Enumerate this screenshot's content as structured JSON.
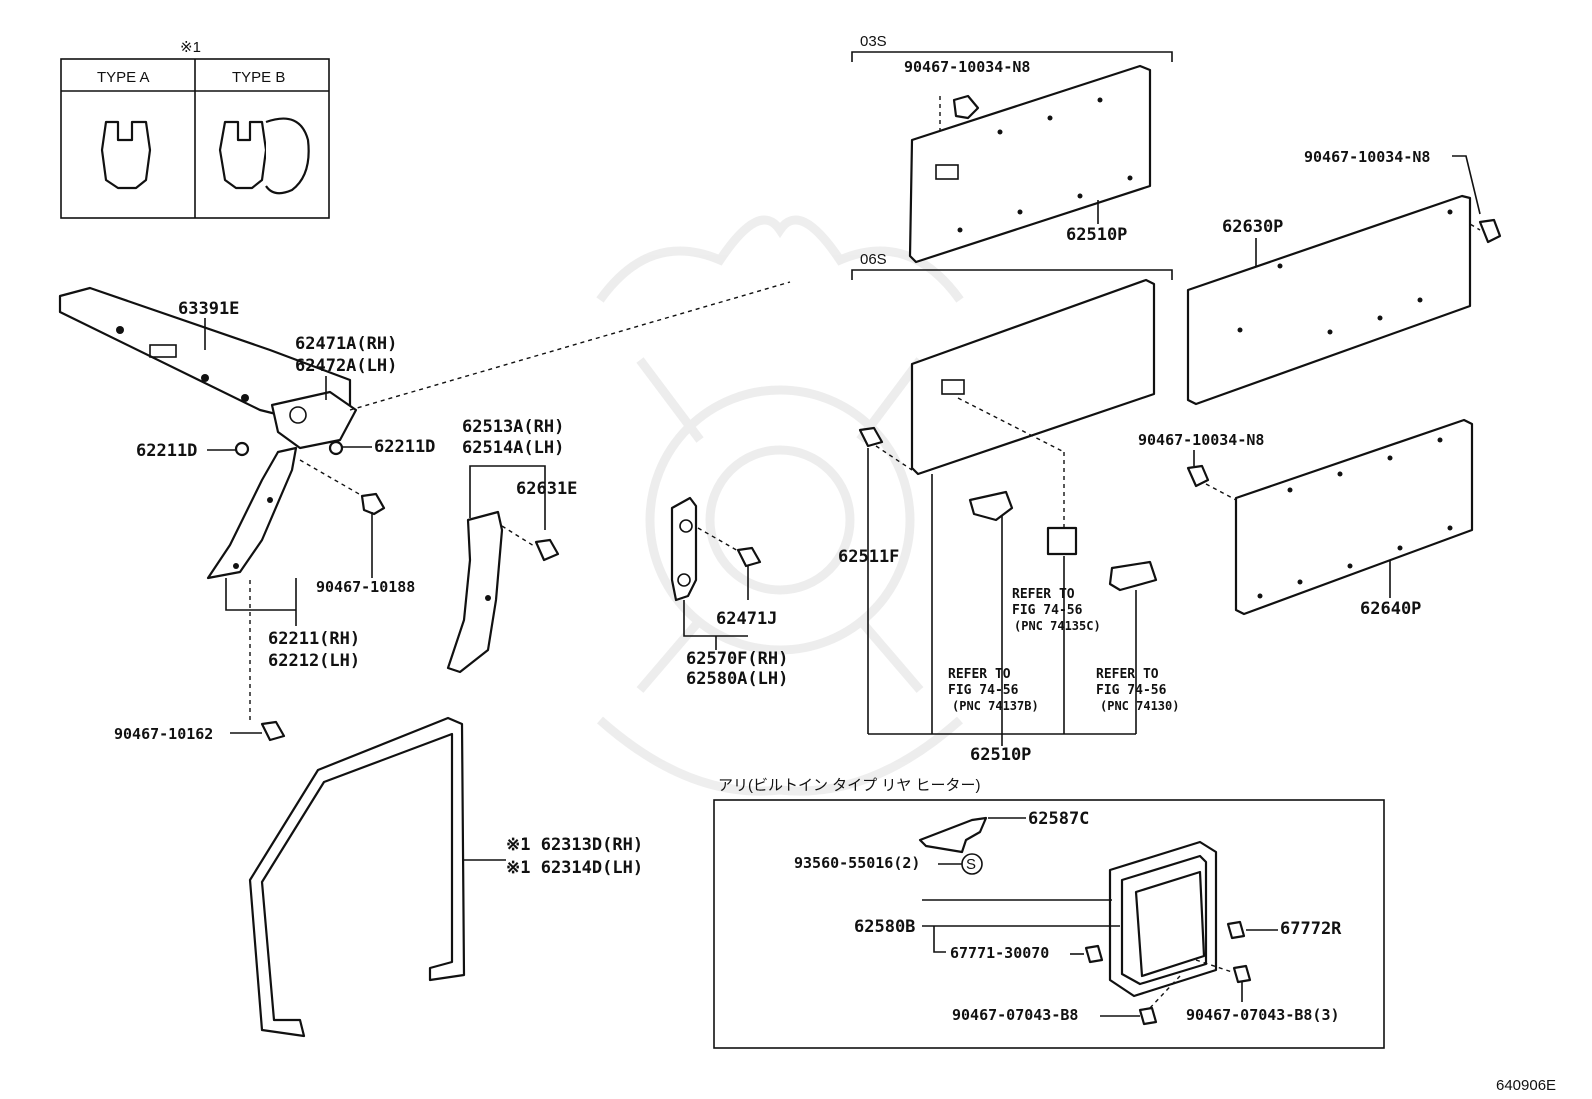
{
  "note_mark": "※1",
  "type_table": {
    "col_a": "TYPE A",
    "col_b": "TYPE B"
  },
  "groups": {
    "g03s": "03S",
    "g06s": "06S"
  },
  "labels": {
    "p63391E": "63391E",
    "p62471A": "62471A(RH)",
    "p62472A": "62472A(LH)",
    "p62211D_left": "62211D",
    "p62211D_right": "62211D",
    "p62513A": "62513A(RH)",
    "p62514A": "62514A(LH)",
    "p62631E": "62631E",
    "p90467_10188": "90467-10188",
    "p62211": "62211(RH)",
    "p62212": "62212(LH)",
    "p90467_10162": "90467-10162",
    "p62471J": "62471J",
    "p62570F": "62570F(RH)",
    "p62580A": "62580A(LH)",
    "p62313D": "※1 62313D(RH)",
    "p62314D": "※1 62314D(LH)",
    "p90467_N8_top": "90467-10034-N8",
    "p62510P_top": "62510P",
    "p90467_N8_right": "90467-10034-N8",
    "p62630P": "62630P",
    "p62511F": "62511F",
    "p90467_N8_mid": "90467-10034-N8",
    "p62640P": "62640P",
    "p62510P_bottom": "62510P",
    "ref1_a": "REFER TO",
    "ref1_b": "FIG 74-56",
    "ref1_c": "(PNC 74135C)",
    "ref2_a": "REFER TO",
    "ref2_b": "FIG 74-56",
    "ref2_c": "(PNC 74137B)",
    "ref3_a": "REFER TO",
    "ref3_b": "FIG 74-56",
    "ref3_c": "(PNC 74130)",
    "heater_header": "アリ(ビルトイン タイプ リヤ ヒーター)",
    "p62587C": "62587C",
    "p93560": "93560-55016(2)",
    "p62580B": "62580B",
    "p67772R": "67772R",
    "p67771": "67771-30070",
    "p90467_07043_a": "90467-07043-B8",
    "p90467_07043_b": "90467-07043-B8(3)",
    "s_mark": "S",
    "figure_code": "640906E"
  }
}
